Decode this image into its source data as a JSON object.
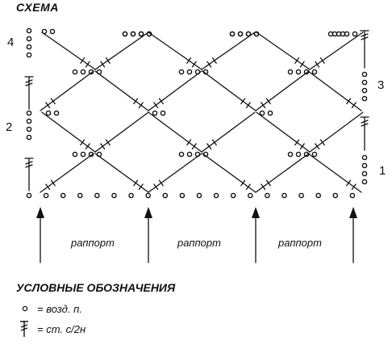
{
  "title": "СХЕМА",
  "row_numbers": {
    "row1": "1",
    "row2": "2",
    "row3": "3",
    "row4": "4"
  },
  "repeat_labels": [
    "раппорт",
    "раппорт",
    "раппорт"
  ],
  "legend": {
    "title": "УСЛОВНЫЕ ОБОЗНАЧЕНИЯ",
    "items": [
      {
        "symbol": "chain-stitch-symbol",
        "text": "= возд. п."
      },
      {
        "symbol": "half-double-crochet-symbol",
        "text": "= ст. с/2н"
      }
    ]
  },
  "colors": {
    "ink": "#111111",
    "background": "#ffffff"
  }
}
